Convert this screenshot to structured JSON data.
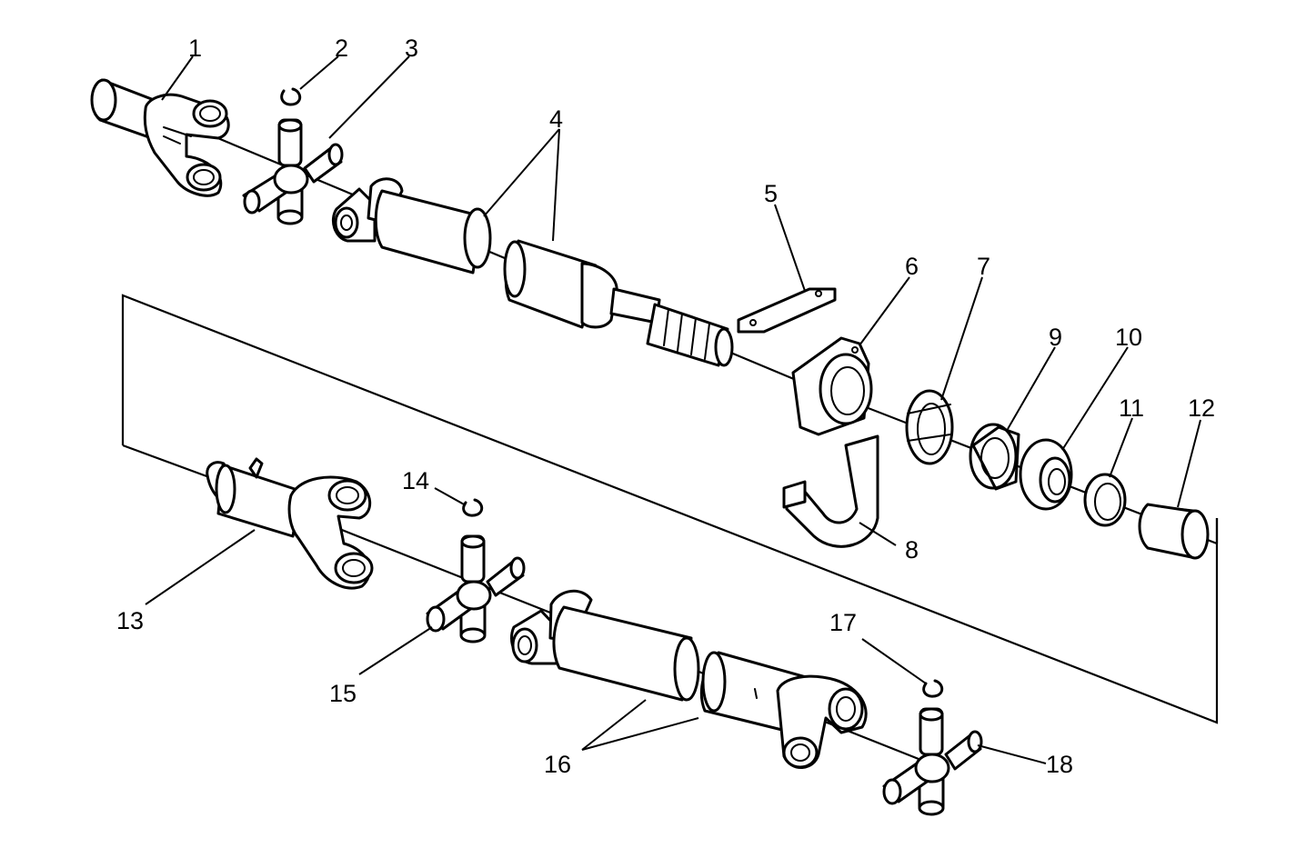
{
  "callouts": {
    "c1": "1",
    "c2": "2",
    "c3": "3",
    "c4": "4",
    "c5": "5",
    "c6": "6",
    "c7": "7",
    "c8": "8",
    "c9": "9",
    "c10": "10",
    "c11": "11",
    "c12": "12",
    "c13": "13",
    "c14": "14",
    "c15": "15",
    "c16": "16",
    "c17": "17",
    "c18": "18"
  },
  "colors": {
    "ink": "#000000",
    "paper": "#ffffff"
  }
}
